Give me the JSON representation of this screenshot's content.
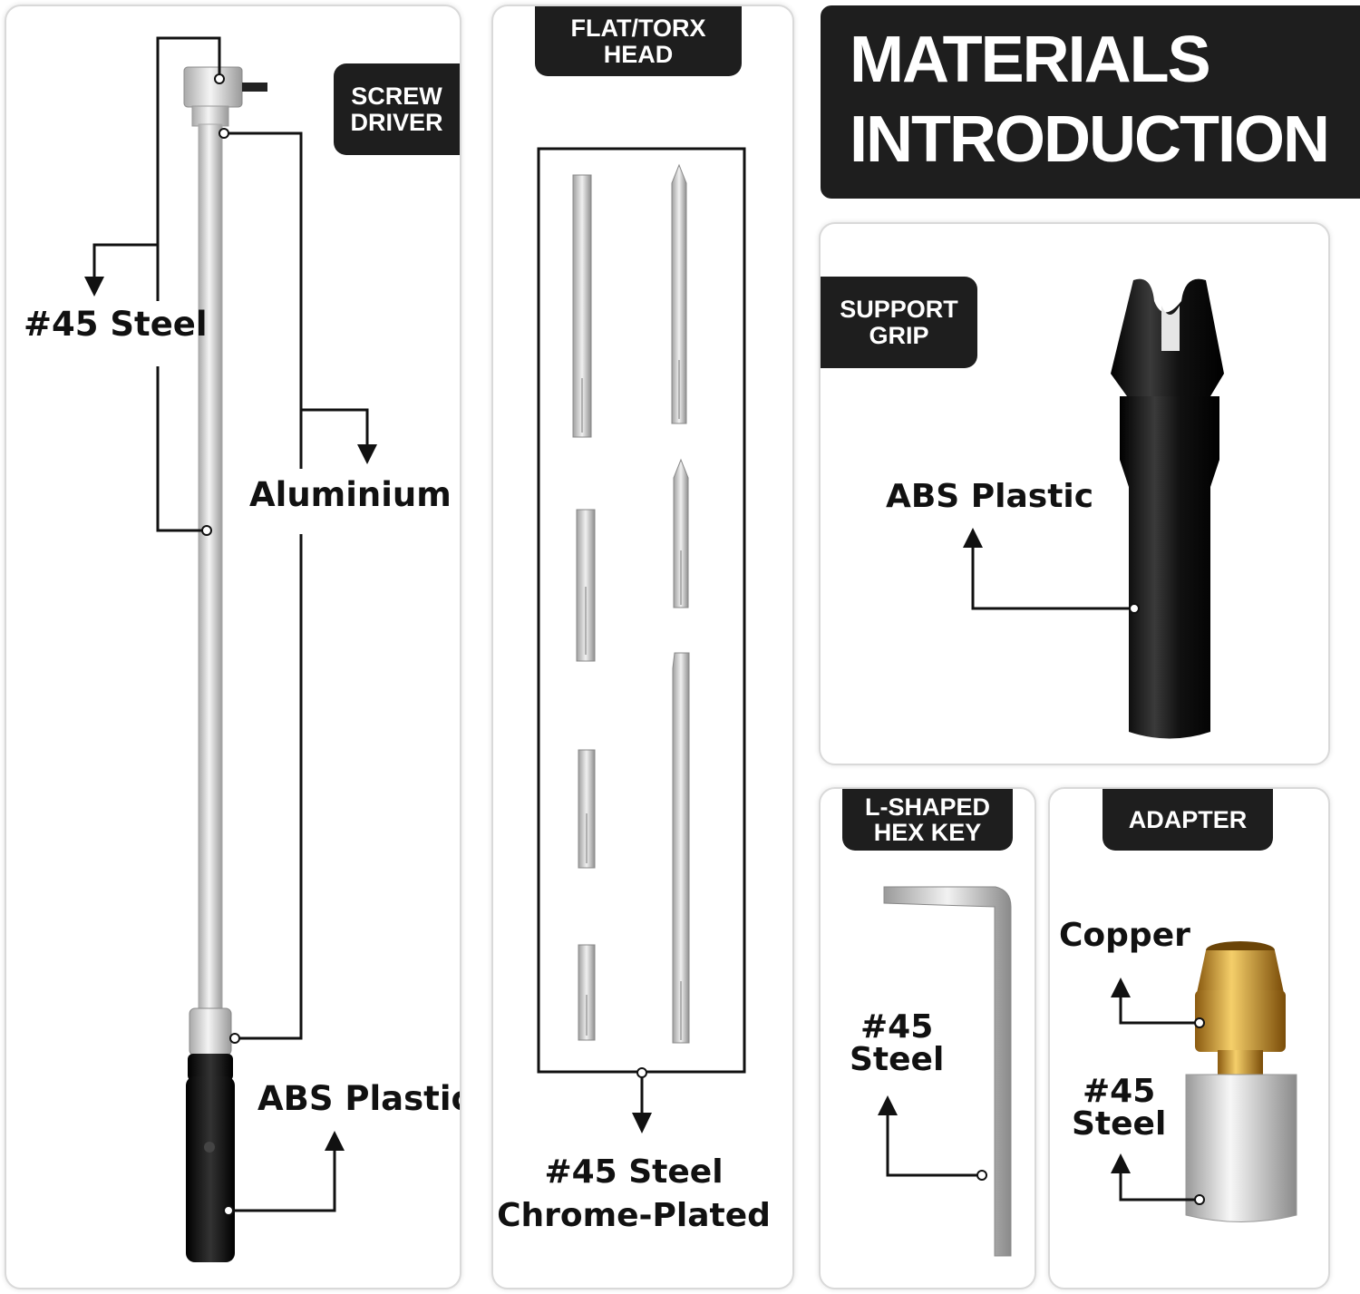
{
  "title": {
    "line1": "MATERIALS",
    "line2": "INTRODUCTION"
  },
  "screwdriver_panel": {
    "tag_line1": "SCREW",
    "tag_line2": "DRIVER",
    "label_steel": "#45 Steel",
    "label_aluminium": "Aluminium",
    "label_abs": "ABS Plastic"
  },
  "bits_panel": {
    "tag_line1": "FLAT/TORX",
    "tag_line2": "HEAD",
    "label_line1": "#45 Steel",
    "label_line2": "Chrome-Plated"
  },
  "grip_panel": {
    "tag_line1": "SUPPORT",
    "tag_line2": "GRIP",
    "label_abs": "ABS Plastic"
  },
  "hexkey_panel": {
    "tag_line1": "L-SHAPED",
    "tag_line2": "HEX KEY",
    "label_line1": "#45",
    "label_line2": "Steel"
  },
  "adapter_panel": {
    "tag": "ADAPTER",
    "label_copper": "Copper",
    "label_steel_line1": "#45",
    "label_steel_line2": "Steel"
  }
}
